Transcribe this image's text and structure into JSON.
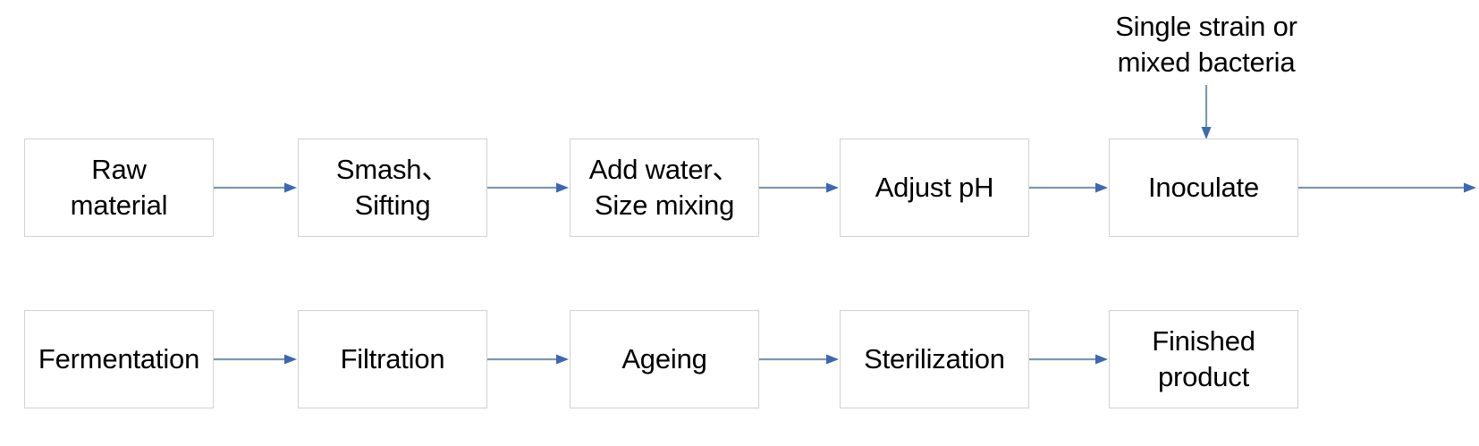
{
  "diagram": {
    "title_text": "",
    "colors": {
      "box_border": "#d2d2d2",
      "box_fill": "#ffffff",
      "arrow_line": "#7d97b3",
      "arrow_head": "#3c68b2",
      "text": "#000000",
      "background": "#ffffff"
    },
    "annotation": {
      "label": "Single strain or\nmixed bacteria"
    },
    "row1": {
      "nodes": [
        {
          "label": "Raw\nmaterial"
        },
        {
          "label": "Smash、\nSifting"
        },
        {
          "label": "Add water、\nSize mixing"
        },
        {
          "label": "Adjust pH"
        },
        {
          "label": "Inoculate"
        }
      ]
    },
    "row2": {
      "nodes": [
        {
          "label": "Fermentation"
        },
        {
          "label": "Filtration"
        },
        {
          "label": "Ageing"
        },
        {
          "label": "Sterilization"
        },
        {
          "label": "Finished\nproduct"
        }
      ]
    }
  }
}
